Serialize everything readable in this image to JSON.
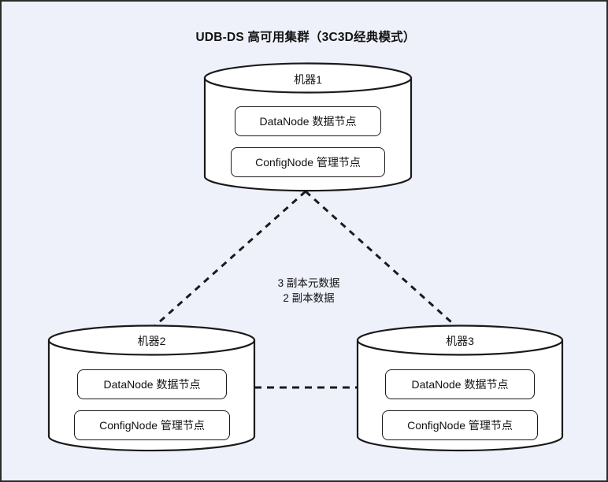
{
  "diagram": {
    "title": "UDB-DS 高可用集群（3C3D经典模式）",
    "background_color": "#eef1fa",
    "border_color": "#2b2b2b",
    "shape_fill": "#ffffff",
    "stroke_color": "#1a1a1a",
    "machines": [
      {
        "id": "machine-1",
        "label": "机器1",
        "nodes": [
          {
            "id": "datanode",
            "label": "DataNode 数据节点"
          },
          {
            "id": "confignode",
            "label": "ConfigNode 管理节点"
          }
        ]
      },
      {
        "id": "machine-2",
        "label": "机器2",
        "nodes": [
          {
            "id": "datanode",
            "label": "DataNode 数据节点"
          },
          {
            "id": "confignode",
            "label": "ConfigNode 管理节点"
          }
        ]
      },
      {
        "id": "machine-3",
        "label": "机器3",
        "nodes": [
          {
            "id": "datanode",
            "label": "DataNode 数据节点"
          },
          {
            "id": "confignode",
            "label": "ConfigNode 管理节点"
          }
        ]
      }
    ],
    "connection_label": {
      "line1": "3 副本元数据",
      "line2": "2 副本数据"
    },
    "connections": [
      {
        "id": "link-m1-m2",
        "from": "机器1",
        "to": "机器2",
        "style": "dashed"
      },
      {
        "id": "link-m1-m3",
        "from": "机器1",
        "to": "机器3",
        "style": "dashed"
      },
      {
        "id": "link-m2-m3",
        "from": "机器2",
        "to": "机器3",
        "style": "dashed"
      }
    ]
  }
}
